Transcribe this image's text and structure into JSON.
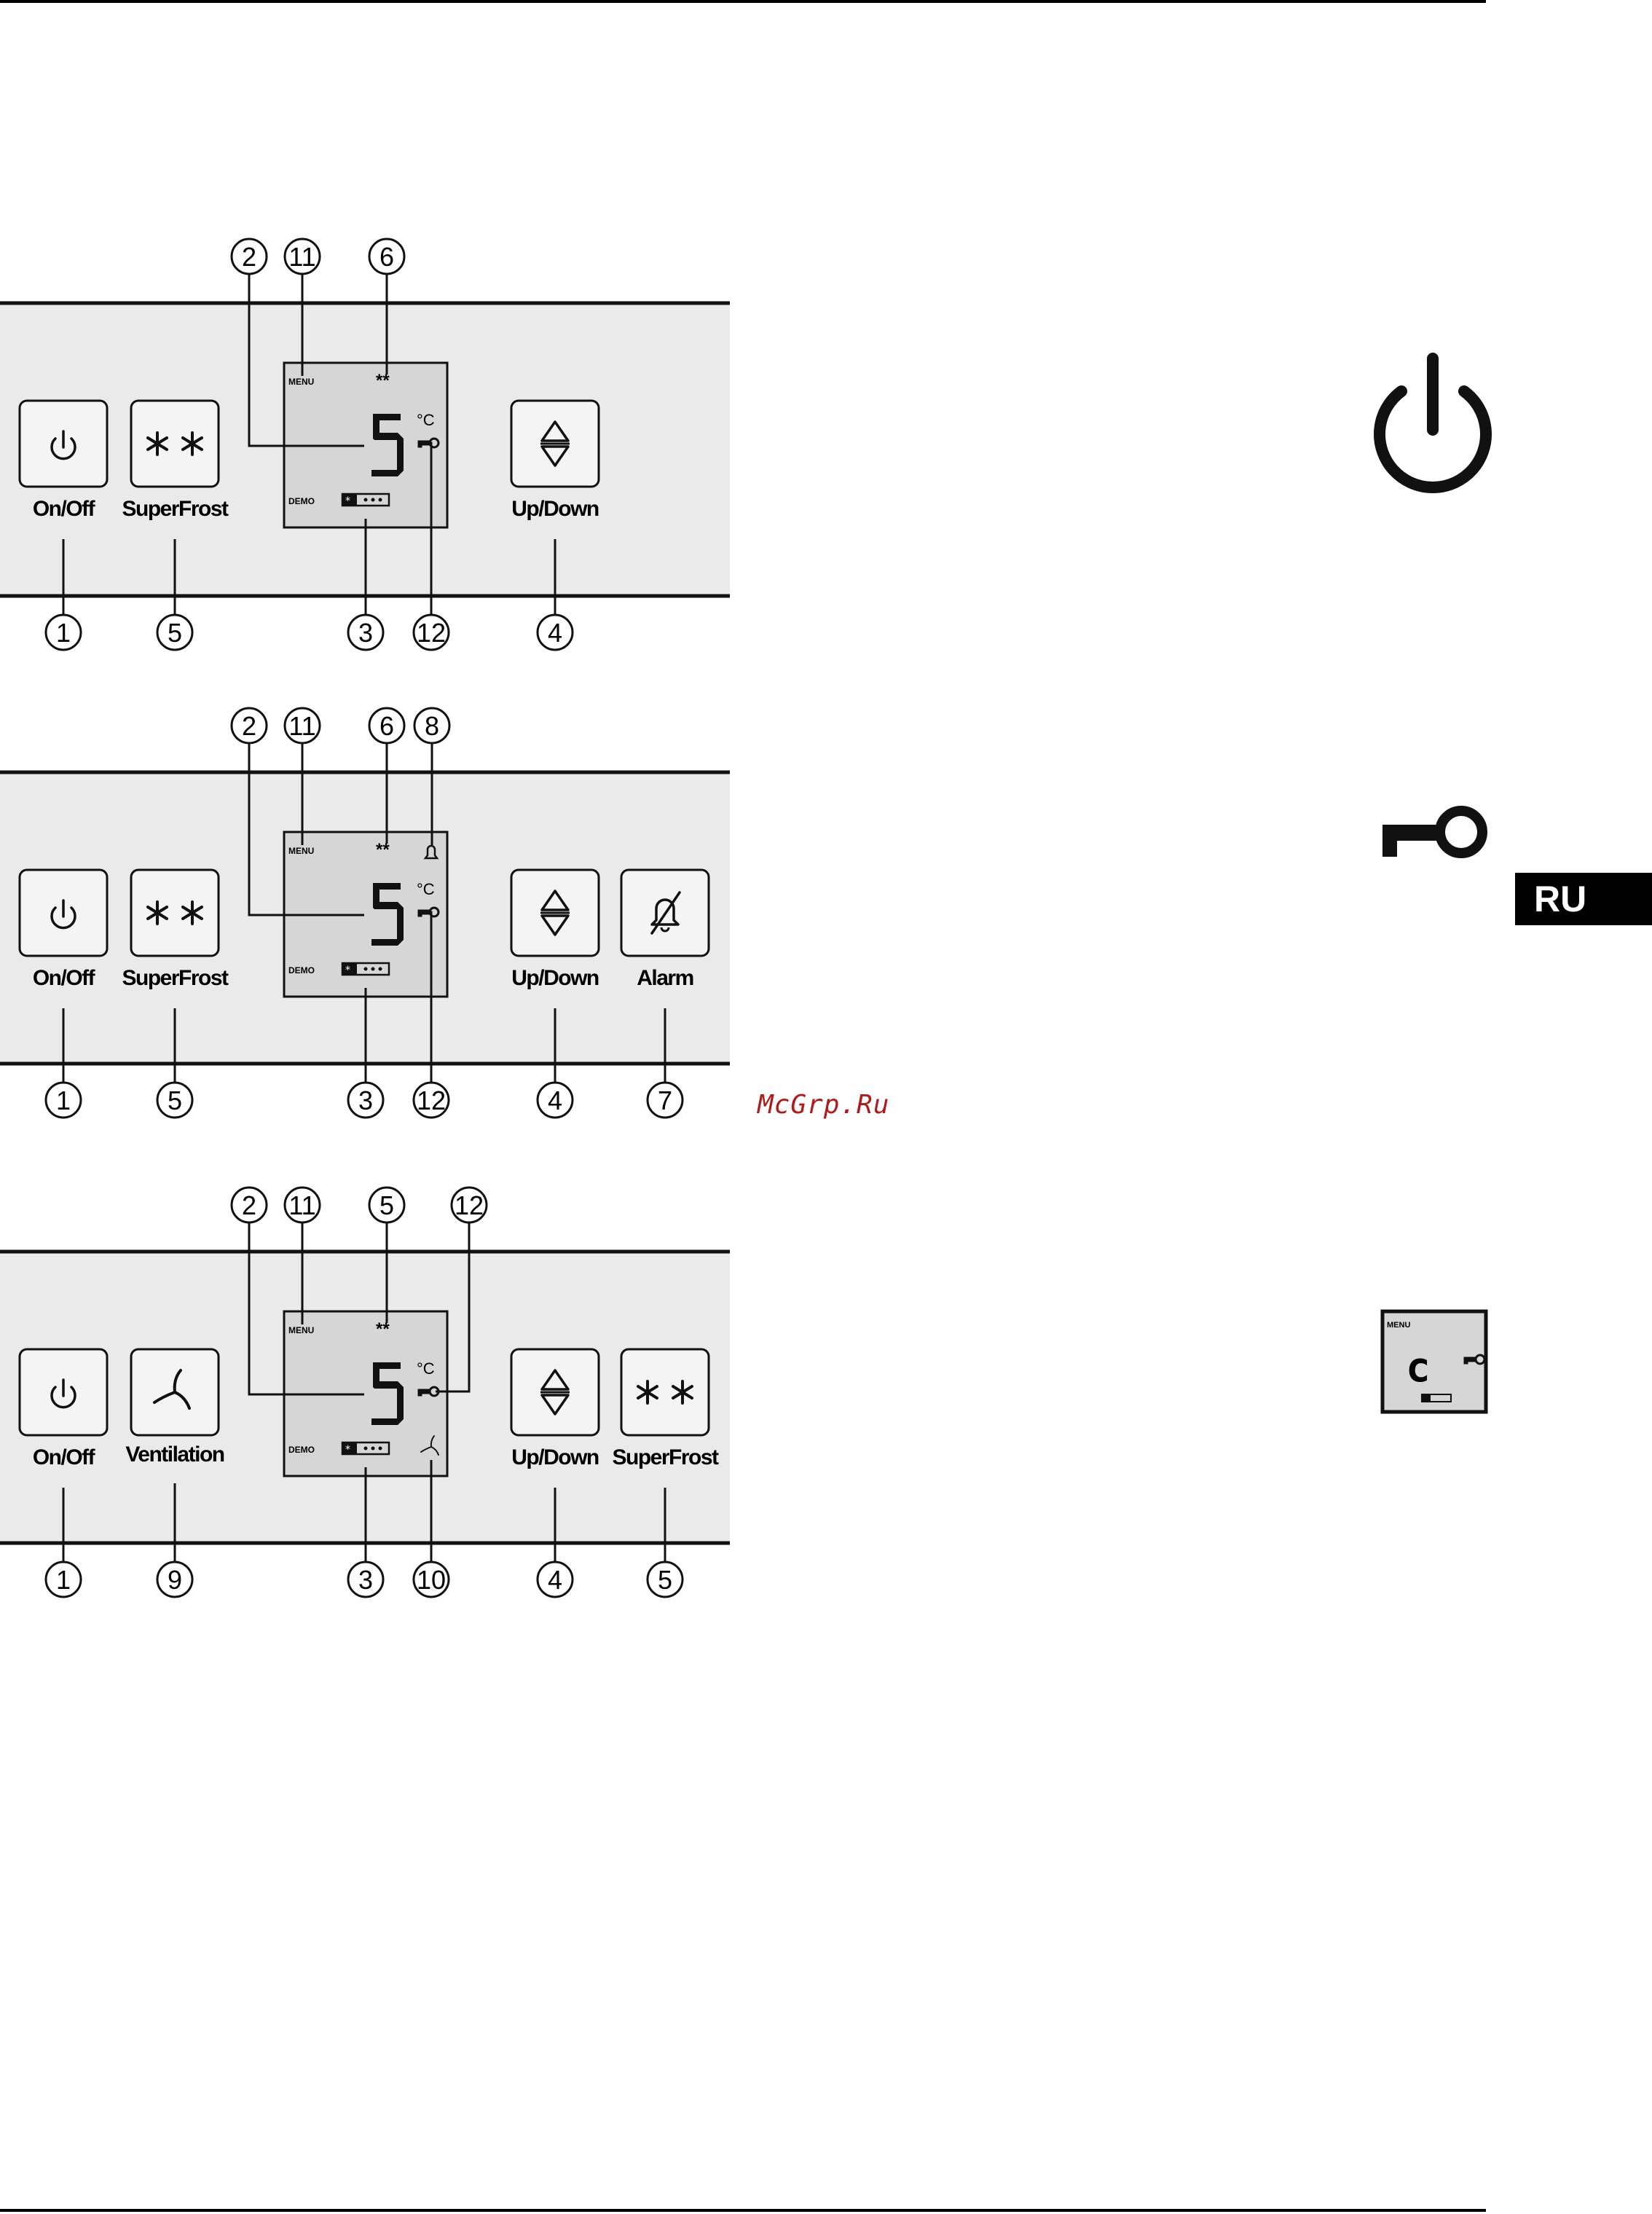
{
  "badge": {
    "language": "RU"
  },
  "watermark": {
    "text": "McGrp.Ru"
  },
  "icons": [
    "power-icon",
    "key-icon",
    "alarm-off-icon",
    "fan-icon",
    "snowflake-icon",
    "up-down-icon"
  ],
  "display": {
    "menu": "MENU",
    "demo": "DEMO",
    "temperature": "5",
    "unit": "°C",
    "super_mark": "**",
    "mini_display_menu": "MENU",
    "mini_display_char": "c"
  },
  "panel1": {
    "buttons": {
      "onoff": "On/Off",
      "superfrost": "SuperFrost",
      "updown": "Up/Down"
    },
    "callouts_top": [
      "2",
      "11",
      "6"
    ],
    "callouts_bottom": [
      "1",
      "5",
      "3",
      "12",
      "4"
    ]
  },
  "panel2": {
    "buttons": {
      "onoff": "On/Off",
      "superfrost": "SuperFrost",
      "updown": "Up/Down",
      "alarm": "Alarm"
    },
    "callouts_top": [
      "2",
      "11",
      "6",
      "8"
    ],
    "callouts_bottom": [
      "1",
      "5",
      "3",
      "12",
      "4",
      "7"
    ]
  },
  "panel3": {
    "buttons": {
      "onoff": "On/Off",
      "ventilation": "Ventilation",
      "updown": "Up/Down",
      "superfrost": "SuperFrost"
    },
    "callouts_top": [
      "2",
      "11",
      "5",
      "12"
    ],
    "callouts_bottom": [
      "1",
      "9",
      "3",
      "10",
      "4",
      "5"
    ]
  }
}
